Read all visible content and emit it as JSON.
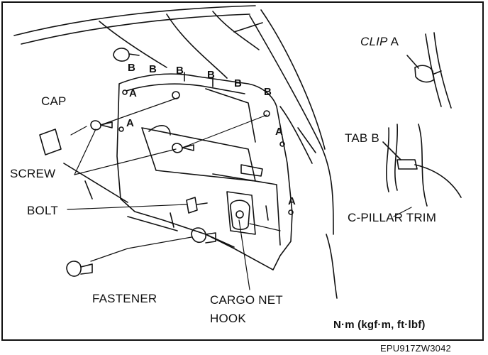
{
  "labels": {
    "cap": "CAP",
    "screw": "SCREW",
    "bolt": "BOLT",
    "fastener": "FASTENER",
    "cargo_net_hook_line1": "CARGO NET",
    "cargo_net_hook_line2": "HOOK",
    "clip_a_word": "CLIP",
    "clip_a_letter": "A",
    "tab_b": "TAB B",
    "c_pillar_trim": "C-PILLAR TRIM",
    "torque_units": "N·m (kgf·m, ft·lbf)",
    "figure_code": "EPU917ZW3042"
  },
  "location_marks": [
    "A",
    "A",
    "A",
    "A",
    "A",
    "B",
    "B",
    "B",
    "B",
    "B",
    "B"
  ]
}
